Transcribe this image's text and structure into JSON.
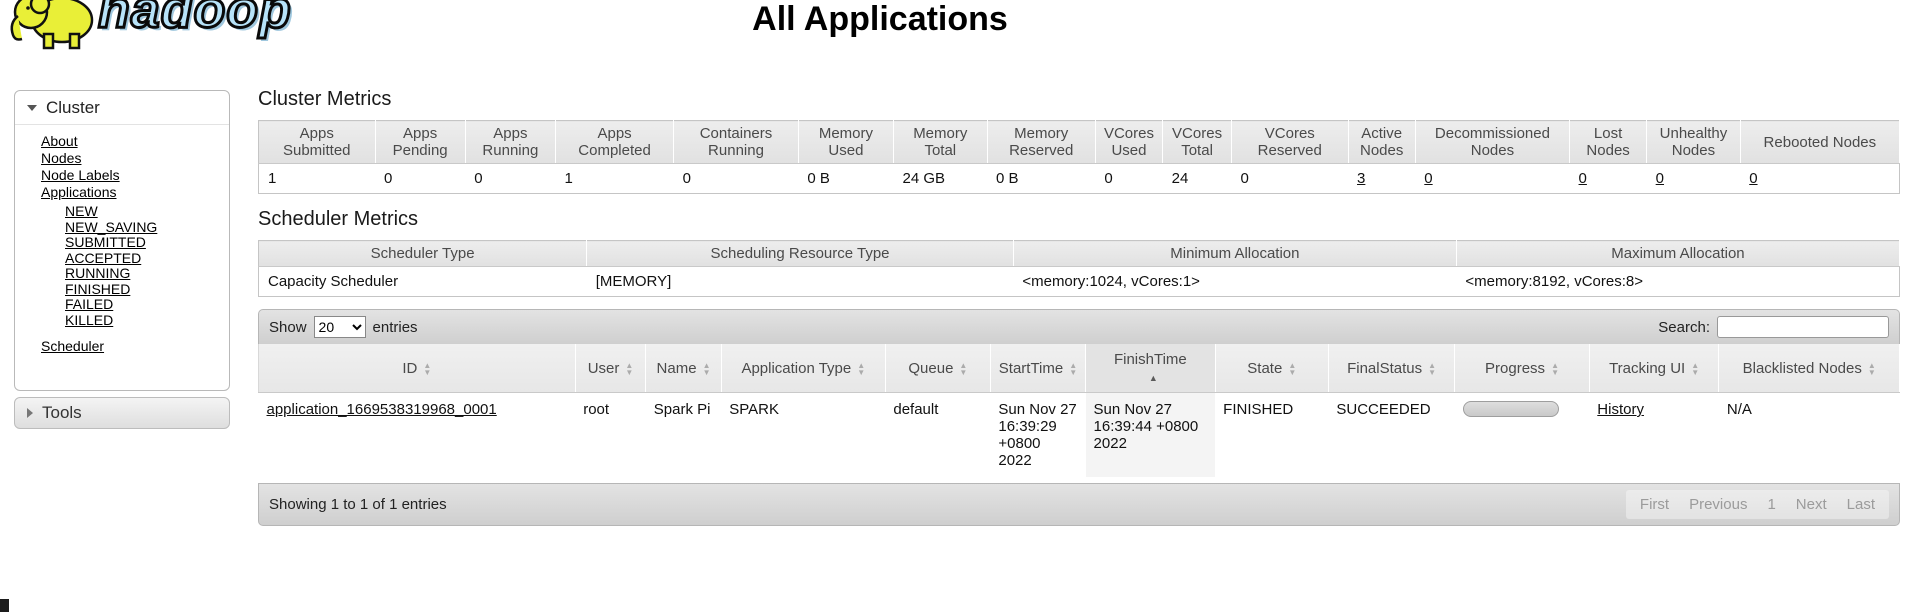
{
  "page": {
    "title": "All Applications"
  },
  "logo": {
    "wordmark": "hadoop",
    "elephant_color": "#e9ef37",
    "wordmark_color": "#b7e3f9"
  },
  "sidebar": {
    "cluster_header": "Cluster",
    "cluster_items": [
      "About",
      "Nodes",
      "Node Labels",
      "Applications"
    ],
    "app_states": [
      "NEW",
      "NEW_SAVING",
      "SUBMITTED",
      "ACCEPTED",
      "RUNNING",
      "FINISHED",
      "FAILED",
      "KILLED"
    ],
    "scheduler_link": "Scheduler",
    "tools_header": "Tools"
  },
  "cluster_metrics": {
    "heading": "Cluster Metrics",
    "columns": [
      "Apps Submitted",
      "Apps Pending",
      "Apps Running",
      "Apps Completed",
      "Containers Running",
      "Memory Used",
      "Memory Total",
      "Memory Reserved",
      "VCores Used",
      "VCores Total",
      "VCores Reserved",
      "Active Nodes",
      "Decommissioned Nodes",
      "Lost Nodes",
      "Unhealthy Nodes",
      "Rebooted Nodes"
    ],
    "values": [
      "1",
      "0",
      "0",
      "1",
      "0",
      "0 B",
      "24 GB",
      "0 B",
      "0",
      "24",
      "0",
      "3",
      "0",
      "0",
      "0",
      "0"
    ]
  },
  "scheduler_metrics": {
    "heading": "Scheduler Metrics",
    "columns": [
      "Scheduler Type",
      "Scheduling Resource Type",
      "Minimum Allocation",
      "Maximum Allocation"
    ],
    "values": [
      "Capacity Scheduler",
      "[MEMORY]",
      "<memory:1024, vCores:1>",
      "<memory:8192, vCores:8>"
    ]
  },
  "table_controls": {
    "show_label": "Show",
    "page_size": "20",
    "entries_label": "entries",
    "search_label": "Search:"
  },
  "apps_table": {
    "columns": [
      "ID",
      "User",
      "Name",
      "Application Type",
      "Queue",
      "StartTime",
      "FinishTime",
      "State",
      "FinalStatus",
      "Progress",
      "Tracking UI",
      "Blacklisted Nodes"
    ],
    "row": {
      "id": "application_1669538319968_0001",
      "user": "root",
      "name": "Spark Pi",
      "type": "SPARK",
      "queue": "default",
      "start_time": "Sun Nov 27 16:39:29 +0800 2022",
      "finish_time": "Sun Nov 27 16:39:44 +0800 2022",
      "state": "FINISHED",
      "final_status": "SUCCEEDED",
      "tracking_ui": "History",
      "blacklisted_nodes": "N/A"
    }
  },
  "footer": {
    "showing_text": "Showing 1 to 1 of 1 entries",
    "pagination": [
      "First",
      "Previous",
      "1",
      "Next",
      "Last"
    ]
  }
}
